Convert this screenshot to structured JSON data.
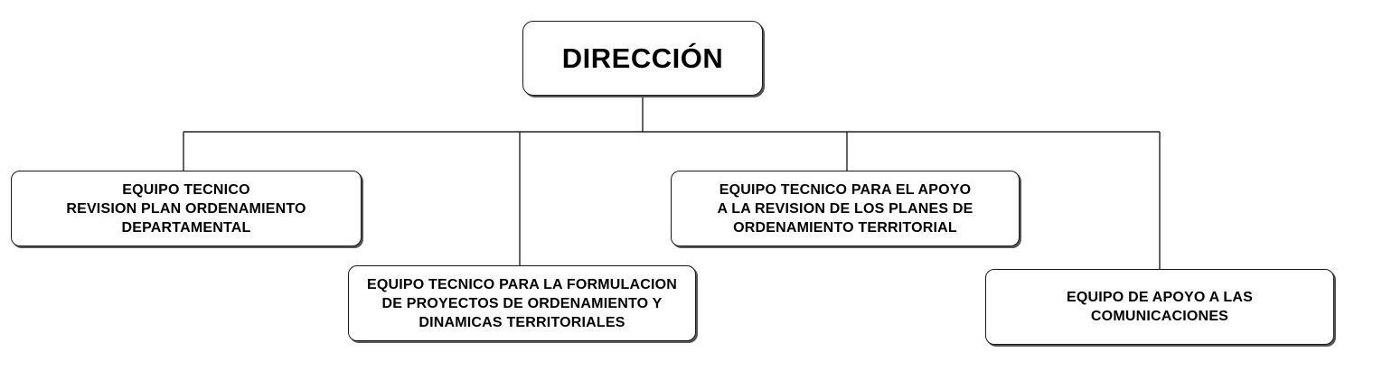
{
  "org_chart": {
    "root": {
      "label": "DIRECCIÓN"
    },
    "teams": [
      {
        "label": "EQUIPO TECNICO\nREVISION PLAN ORDENAMIENTO\nDEPARTAMENTAL"
      },
      {
        "label": "EQUIPO TECNICO PARA LA FORMULACION\nDE PROYECTOS DE ORDENAMIENTO Y\nDINAMICAS TERRITORIALES"
      },
      {
        "label": "EQUIPO TECNICO PARA EL APOYO\nA LA REVISION DE LOS PLANES DE\nORDENAMIENTO TERRITORIAL"
      },
      {
        "label": "EQUIPO DE APOYO A LAS\nCOMUNICACIONES"
      }
    ],
    "colors": {
      "border": "#1a1a1a",
      "line": "#222222",
      "text": "#000000",
      "background": "#ffffff"
    }
  }
}
